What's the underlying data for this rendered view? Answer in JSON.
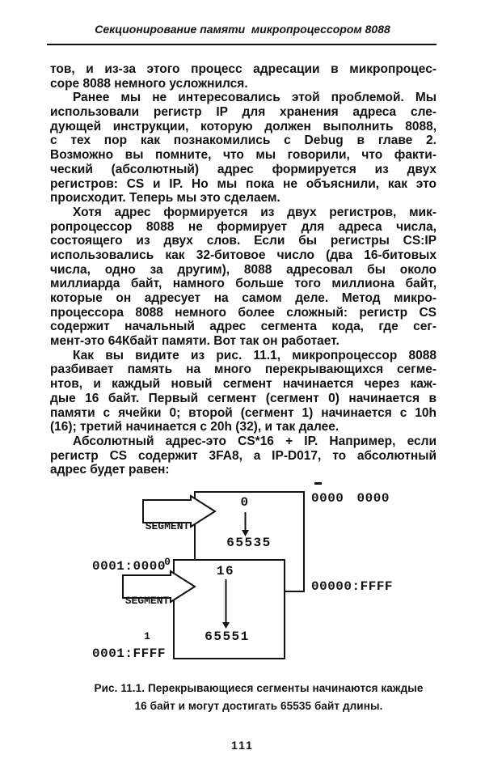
{
  "header": {
    "title": "Секционирование памяти  микропроцессором 8088"
  },
  "body": {
    "paragraphs": [
      {
        "indent": false,
        "lines": [
          "тов, и из-за этого процесс адресации в микропроцес-",
          "соре 8088 немного усложнился."
        ]
      },
      {
        "indent": true,
        "lines": [
          "Ранее мы не интересовались этой проблемой. Мы",
          "использовали регистр IP для хранения адреса сле-",
          "дующей инструкции, которую должен выполнить 8088,",
          "с тех пор как познакомились с Debug в главе 2.",
          "Возможно вы помните, что мы говорили, что факти-",
          "ческий (абсолютный) адрес формируется из двух",
          "регистров: CS и IP. Но мы пока не объяснили, как это",
          "происходит. Теперь мы это сделаем."
        ]
      },
      {
        "indent": true,
        "lines": [
          "Хотя адрес формируется из двух регистров, мик-",
          "ропроцессор 8088 не формирует для адреса числа,",
          "состоящего из двух слов. Если бы регистры CS:IP",
          "использовались как 32-битовое число (два 16-битовых",
          "числа, одно за другим), 8088 адресовал бы около",
          "миллиарда байт, намного больше того миллиона байт,",
          "которые он адресует на самом деле. Метод микро-",
          "процессора 8088 немного более сложный: регистр CS",
          "содержит начальный адрес сегмента кода, где сег-",
          "мент-это 64Кбайт памяти. Вот так он работает."
        ]
      },
      {
        "indent": true,
        "lines": [
          "Как вы видите из рис. 11.1, микропроцессор 8088",
          "разбивает память на много перекрывающихся сегме-",
          "нтов, и каждый новый сегмент начинается через каж-",
          "дые 16 байт. Первый сегмент (сегмент 0) начинается в",
          "памяти с ячейки 0; второй (сегмент 1) начинается с 10h",
          "(16); третий начинается с 20h (32), и так далее."
        ]
      },
      {
        "indent": true,
        "lines": [
          "Абсолютный адрес-это CS*16 + IP. Например, если",
          "регистр CS содержит 3FA8, а IP-D017, то абсолютный",
          "адрес будет равен:"
        ]
      }
    ]
  },
  "figure": {
    "segment0": {
      "label1": "SEGMENT",
      "label2": "0",
      "start": "0",
      "end": "65535"
    },
    "segment1": {
      "label1": "SEGMENT",
      "label2": "1",
      "start": "16",
      "end": "65551"
    },
    "labels": {
      "top_right": "0000 0000",
      "right": "00000:FFFF",
      "left_top": "0001:0000",
      "left_bottom": "0001:FFFF"
    }
  },
  "caption": {
    "line1": "Рис. 11.1. Перекрывающиеся сегменты начинаются каждые",
    "line2": "16 байт и могут достигать 65535 байт длины."
  },
  "page_number": "111",
  "colors": {
    "ink": "#121212",
    "paper": "#ffffff"
  }
}
